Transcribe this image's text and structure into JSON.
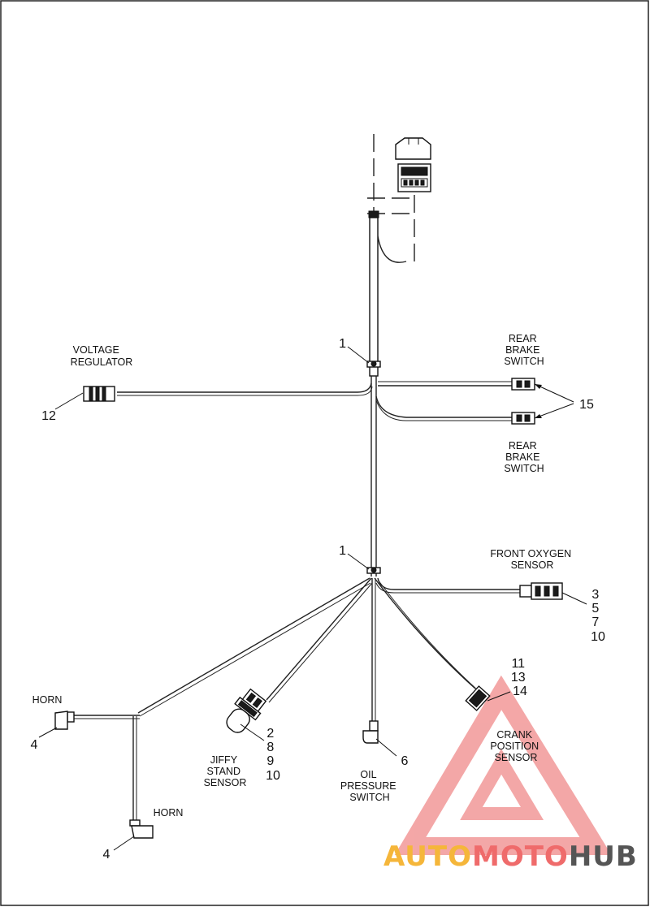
{
  "labels": {
    "voltage_regulator": [
      "VOLTAGE",
      "REGULATOR"
    ],
    "rear_brake_switch_top": [
      "REAR",
      "BRAKE",
      "SWITCH"
    ],
    "rear_brake_switch_bottom": [
      "REAR",
      "BRAKE",
      "SWITCH"
    ],
    "front_oxygen_sensor": [
      "FRONT OXYGEN",
      "SENSOR"
    ],
    "crank_position_sensor": [
      "CRANK",
      "POSITION",
      "SENSOR"
    ],
    "horn_top": "HORN",
    "horn_bottom": "HORN",
    "jiffy_stand_sensor": [
      "JIFFY",
      "STAND",
      "SENSOR"
    ],
    "oil_pressure_switch": [
      "OIL",
      "PRESSURE",
      "SWITCH"
    ]
  },
  "callouts": {
    "clip_upper": "1",
    "clip_lower": "1",
    "voltage_regulator": "12",
    "rear_brake_switch": "15",
    "front_oxygen_sensor": [
      "3",
      "5",
      "7",
      "10"
    ],
    "crank_position_sensor": [
      "11",
      "13",
      "14"
    ],
    "horn_top": "4",
    "horn_bottom": "4",
    "jiffy_stand_sensor": [
      "2",
      "8",
      "9",
      "10"
    ],
    "oil_pressure_switch": "6"
  },
  "watermark": {
    "parts": [
      "AUTO",
      "MOTO",
      "HUB"
    ],
    "colors": [
      "#f5b63a",
      "#ef6b6b",
      "#555555"
    ],
    "triangle_color": "#f08a8a"
  }
}
